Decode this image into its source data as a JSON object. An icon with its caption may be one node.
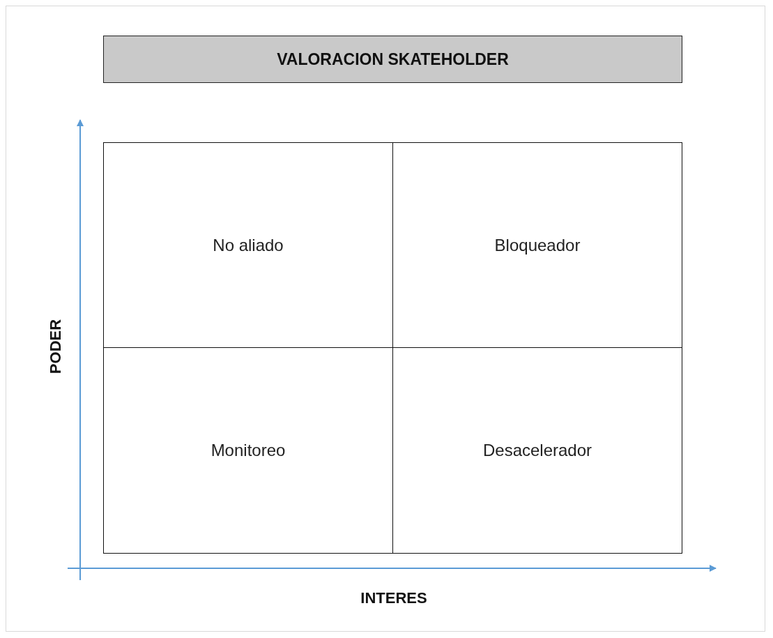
{
  "diagram": {
    "title": "VALORACION SKATEHOLDER",
    "nodes": [
      {
        "text": [
          "No aliado"
        ]
      },
      {
        "text": [
          "Bloqueador"
        ]
      },
      {
        "text": [
          "Monitoreo"
        ]
      },
      {
        "text": [
          "Desacelerador"
        ]
      }
    ],
    "labels": [
      "PODER",
      "INTERES"
    ]
  }
}
